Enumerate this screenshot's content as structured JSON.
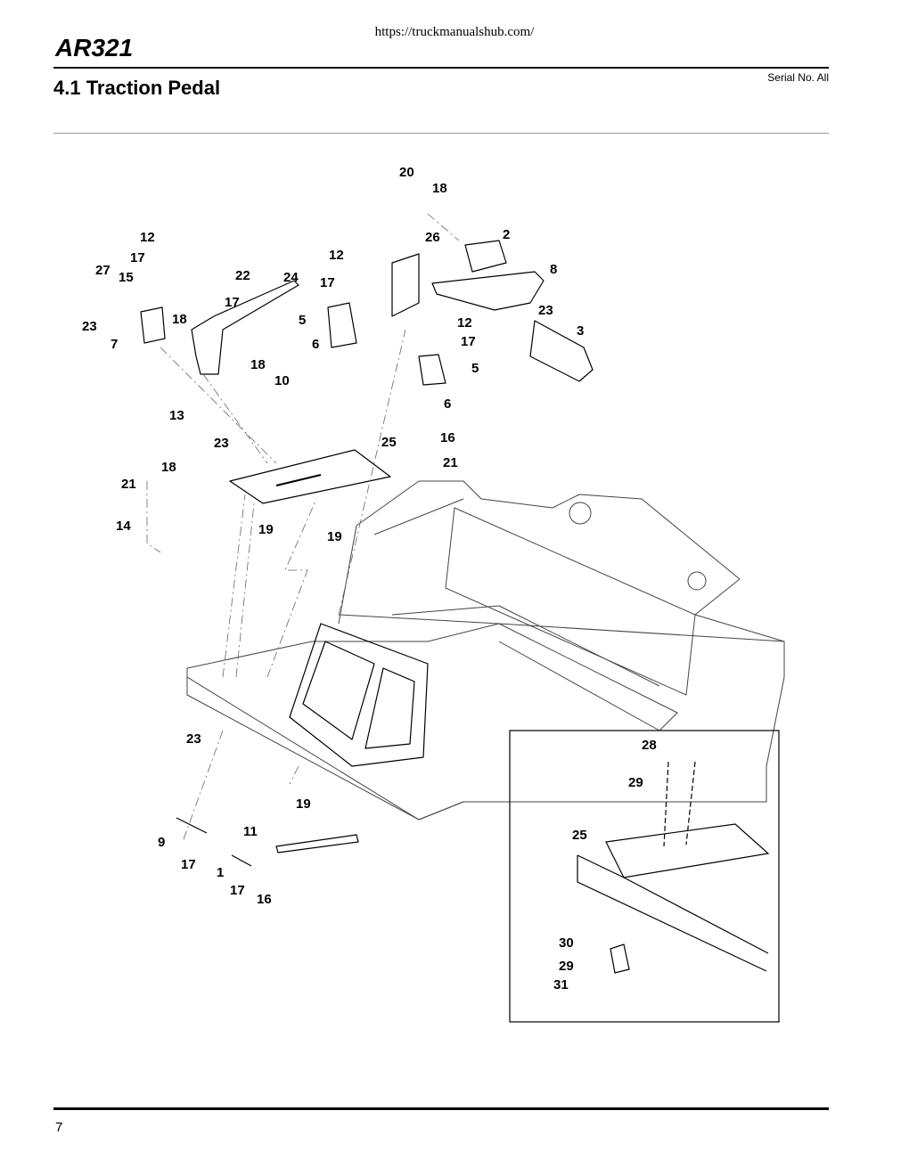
{
  "header": {
    "url": "https://truckmanualshub.com/",
    "model": "AR321",
    "section_title": "4.1 Traction Pedal",
    "serial": "Serial No. All"
  },
  "footer": {
    "page_number": "7"
  },
  "diagram": {
    "callouts": [
      {
        "label": "20"
      },
      {
        "label": "18"
      },
      {
        "label": "26"
      },
      {
        "label": "2"
      },
      {
        "label": "8"
      },
      {
        "label": "12"
      },
      {
        "label": "17"
      },
      {
        "label": "27"
      },
      {
        "label": "15"
      },
      {
        "label": "22"
      },
      {
        "label": "24"
      },
      {
        "label": "12"
      },
      {
        "label": "17"
      },
      {
        "label": "17"
      },
      {
        "label": "5"
      },
      {
        "label": "23"
      },
      {
        "label": "18"
      },
      {
        "label": "23"
      },
      {
        "label": "7"
      },
      {
        "label": "6"
      },
      {
        "label": "12"
      },
      {
        "label": "17"
      },
      {
        "label": "3"
      },
      {
        "label": "18"
      },
      {
        "label": "10"
      },
      {
        "label": "5"
      },
      {
        "label": "6"
      },
      {
        "label": "13"
      },
      {
        "label": "23"
      },
      {
        "label": "25"
      },
      {
        "label": "16"
      },
      {
        "label": "18"
      },
      {
        "label": "21"
      },
      {
        "label": "21"
      },
      {
        "label": "14"
      },
      {
        "label": "19"
      },
      {
        "label": "19"
      },
      {
        "label": "23"
      },
      {
        "label": "19"
      },
      {
        "label": "11"
      },
      {
        "label": "9"
      },
      {
        "label": "17"
      },
      {
        "label": "1"
      },
      {
        "label": "17"
      },
      {
        "label": "16"
      },
      {
        "label": "28"
      },
      {
        "label": "29"
      },
      {
        "label": "25"
      },
      {
        "label": "30"
      },
      {
        "label": "29"
      },
      {
        "label": "31"
      }
    ]
  }
}
